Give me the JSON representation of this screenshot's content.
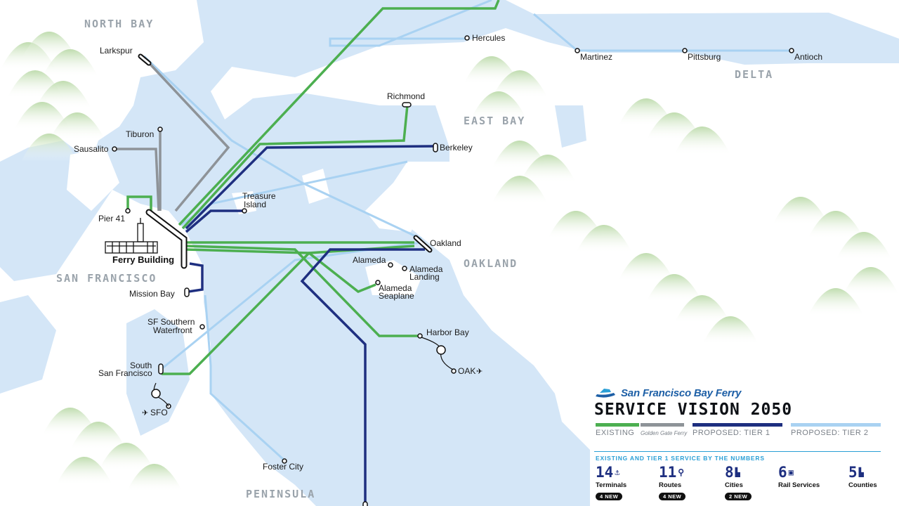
{
  "regions": {
    "north_bay": "NORTH BAY",
    "east_bay": "EAST BAY",
    "delta": "DELTA",
    "san_francisco": "SAN FRANCISCO",
    "oakland": "OAKLAND",
    "peninsula": "PENINSULA"
  },
  "terminals": {
    "larkspur": "Larkspur",
    "hercules": "Hercules",
    "martinez": "Martinez",
    "pittsburg": "Pittsburg",
    "antioch": "Antioch",
    "richmond": "Richmond",
    "tiburon": "Tiburon",
    "sausalito": "Sausalito",
    "berkeley": "Berkeley",
    "treasure_island_1": "Treasure",
    "treasure_island_2": "Island",
    "pier_41": "Pier 41",
    "ferry_building": "Ferry Building",
    "oakland": "Oakland",
    "alameda": "Alameda",
    "alameda_landing_1": "Alameda",
    "alameda_landing_2": "Landing",
    "alameda_seaplane_1": "Alameda",
    "alameda_seaplane_2": "Seaplane",
    "mission_bay": "Mission Bay",
    "sf_southern_1": "SF Southern",
    "sf_southern_2": "Waterfront",
    "harbor_bay": "Harbor Bay",
    "oak": "OAK",
    "south_sf_1": "South",
    "south_sf_2": "San Francisco",
    "sfo": "SFO",
    "foster_city": "Foster City"
  },
  "legend": {
    "brand": "San Francisco Bay Ferry",
    "title": "SERVICE VISION 2050",
    "existing": "EXISTING",
    "golden_gate": "Golden Gate Ferry",
    "tier1": "PROPOSED: TIER 1",
    "tier2": "PROPOSED: TIER 2",
    "subhead": "EXISTING AND TIER 1 SERVICE BY THE NUMBERS",
    "stats": [
      {
        "value": "14",
        "label": "Terminals",
        "badge": "4 NEW"
      },
      {
        "value": "11",
        "label": "Routes",
        "badge": "4 NEW"
      },
      {
        "value": "8",
        "label": "Cities",
        "badge": "2 NEW"
      },
      {
        "value": "6",
        "label": "Rail Services",
        "badge": ""
      },
      {
        "value": "5",
        "label": "Counties",
        "badge": ""
      }
    ]
  },
  "colors": {
    "water": "#d4e6f7",
    "land": "#ffffff",
    "existing": "#4caf50",
    "golden_gate": "#8e9398",
    "tier1": "#1e2f80",
    "tier2": "#a9d2f2",
    "hills": "#cfe3c3"
  }
}
